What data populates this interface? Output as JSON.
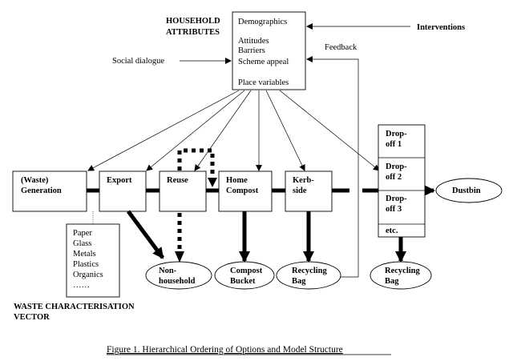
{
  "household": {
    "heading_line1": "HOUSEHOLD",
    "heading_line2": "ATTRIBUTES",
    "items": [
      "Demographics",
      "Attitudes",
      "Barriers",
      "Scheme appeal",
      "Place variables"
    ]
  },
  "inputs": {
    "interventions": "Interventions",
    "social_dialogue": "Social dialogue",
    "feedback": "Feedback"
  },
  "options": {
    "generation": [
      "(Waste)",
      "Generation"
    ],
    "export": [
      "Export"
    ],
    "reuse": [
      "Reuse"
    ],
    "home_compost": [
      "Home",
      "Compost"
    ],
    "kerbside": [
      "Kerb-",
      "side"
    ]
  },
  "dropoff": {
    "d1": [
      "Drop-",
      "off 1"
    ],
    "d2": [
      "Drop-",
      "off 2"
    ],
    "d3": [
      "Drop-",
      "off 3"
    ],
    "etc": "etc."
  },
  "outputs": {
    "dustbin": [
      "Dustbin"
    ],
    "non_household": [
      "Non-",
      "household"
    ],
    "compost_bucket": [
      "Compost",
      "Bucket"
    ],
    "recycling_bag": [
      "Recycling",
      "Bag"
    ],
    "recycling_bag_2": [
      "Recycling",
      "Bag"
    ]
  },
  "waste_vector": {
    "items": [
      "Paper",
      "Glass",
      "Metals",
      "Plastics",
      "Organics",
      "……"
    ],
    "label_line1": "WASTE CHARACTERISATION",
    "label_line2": "VECTOR"
  },
  "caption": "Figure 1.  Hierarchical Ordering of Options and Model Structure"
}
